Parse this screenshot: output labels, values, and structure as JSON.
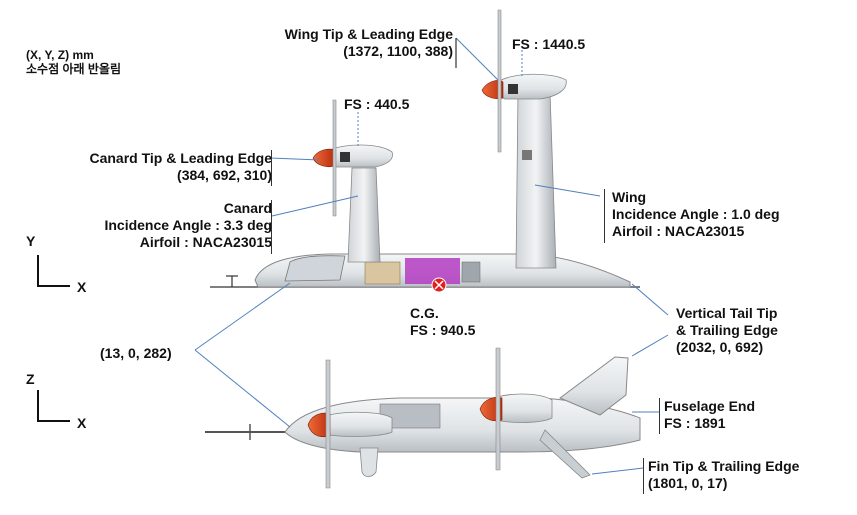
{
  "units_note": {
    "line1": "(X, Y, Z) mm",
    "line2": "소수점 아래 반올림"
  },
  "axes": {
    "side": {
      "y_label": "Y",
      "x_label": "X"
    },
    "top": {
      "z_label": "Z",
      "x_label": "X"
    }
  },
  "callouts": {
    "wing_tip": {
      "title": "Wing Tip & Leading Edge",
      "coords": "(1372, 1100, 388)"
    },
    "fs_wing": "FS : 1440.5",
    "fs_canard": "FS : 440.5",
    "canard_tip": {
      "title": "Canard Tip & Leading Edge",
      "coords": "(384, 692, 310)"
    },
    "canard": {
      "title": "Canard",
      "incidence": "Incidence Angle : 3.3 deg",
      "airfoil": "Airfoil : NACA23015"
    },
    "wing": {
      "title": "Wing",
      "incidence": "Incidence Angle : 1.0 deg",
      "airfoil": "Airfoil : NACA23015"
    },
    "cg": {
      "title": "C.G.",
      "fs": "FS : 940.5"
    },
    "nose": "(13, 0, 282)",
    "vtail": {
      "line1": "Vertical Tail Tip",
      "line2": "& Trailing Edge",
      "coords": "(2032, 0, 692)"
    },
    "fuselage_end": {
      "title": "Fuselage End",
      "fs": "FS : 1891"
    },
    "fin_tip": {
      "title": "Fin Tip & Trailing Edge",
      "coords": "(1801, 0, 17)"
    }
  },
  "colors": {
    "leader": "#4f81bd",
    "nacelle": "#e8542a",
    "cg": "#e02020",
    "body": "#e3e6e9"
  }
}
